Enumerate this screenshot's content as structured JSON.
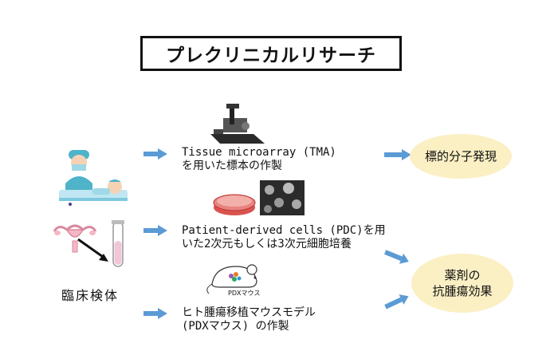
{
  "title": "プレクリニカルリサーチ",
  "specimen_label": "臨床検体",
  "methods": [
    {
      "line1": "Tissue microarray (TMA)",
      "line2": "を用いた標本の作製"
    },
    {
      "line1": "Patient-derived cells (PDC)を用",
      "line2": "いた2次元もしくは3次元細胞培養"
    },
    {
      "line1": "ヒト腫瘍移植マウスモデル",
      "line2": "(PDXマウス) の作製"
    }
  ],
  "outcomes": [
    {
      "line1": "標的分子発現",
      "line2": ""
    },
    {
      "line1": "薬剤の",
      "line2": "抗腫瘍効果"
    }
  ],
  "mouse_caption": "PDXマウス",
  "colors": {
    "arrow": "#5b9bd5",
    "oval": "#fbefc4",
    "dish": "#d9534f"
  }
}
